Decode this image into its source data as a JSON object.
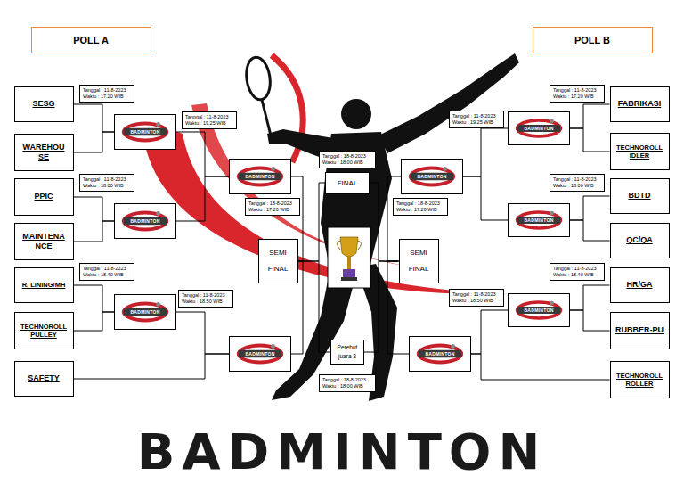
{
  "diagram": {
    "title": "BADMINTON",
    "nodes": [
      {
        "text": [
          "POLL A"
        ]
      },
      {
        "text": [
          "POLL B"
        ]
      },
      {
        "text": [
          "SESG"
        ]
      },
      {
        "text": [
          "Tanggal : 11-8-2023 Waktu : 17.20 WIB"
        ]
      },
      {
        "text": [
          "WAREHOU SE"
        ]
      },
      {
        "text": [
          "BADMINTON"
        ]
      },
      {
        "text": [
          "Tanggal : 11-8-2023 Waktu : 19.25 WIB"
        ]
      },
      {
        "text": [
          "PPIC"
        ]
      },
      {
        "text": [
          "Tanggal : 11-8-2023 Waktu : 18.00 WIB"
        ]
      },
      {
        "text": [
          "MAINTENA NCE"
        ]
      },
      {
        "text": [
          "BADMINTON"
        ]
      },
      {
        "text": [
          "BADMINTON"
        ]
      },
      {
        "text": [
          "Tanggal : 18-8-2023 Waktu : 17.20 WIB"
        ]
      },
      {
        "text": [
          "R. LINING/MH"
        ]
      },
      {
        "text": [
          "Tanggal : 11-8-2023 Waktu : 18.40 WIB"
        ]
      },
      {
        "text": [
          "TECHNOROLL PULLEY"
        ]
      },
      {
        "text": [
          "BADMINTON"
        ]
      },
      {
        "text": [
          "Tanggal : 11-8-2023 Waktu : 18.50 WIB"
        ]
      },
      {
        "text": [
          "SAFETY"
        ]
      },
      {
        "text": [
          "BADMINTON"
        ]
      },
      {
        "text": [
          "SEMI FINAL"
        ]
      },
      {
        "text": [
          "Tanggal : 18-8-2023 Waktu : 18.00 WIB"
        ]
      },
      {
        "text": [
          "FINAL"
        ]
      },
      {
        "text": [
          "Perebut juara 3"
        ]
      },
      {
        "text": [
          "Tanggal : 18-8-2023 Waktu : 18.00 WIB"
        ]
      },
      {
        "text": [
          "SEMI FINAL"
        ]
      },
      {
        "text": [
          "FABRIKASI"
        ]
      },
      {
        "text": [
          "Tanggal : 11-8-2023 Waktu : 17.20 WIB"
        ]
      },
      {
        "text": [
          "TECHNOROLL IDLER"
        ]
      },
      {
        "text": [
          "BADMINTON"
        ]
      },
      {
        "text": [
          "Tanggal : 11-8-2023 Waktu : 19.25 WIB"
        ]
      },
      {
        "text": [
          "BDTD"
        ]
      },
      {
        "text": [
          "Tanggal : 11-8-2023 Waktu : 18.00 WIB"
        ]
      },
      {
        "text": [
          "QC/QA"
        ]
      },
      {
        "text": [
          "BADMINTON"
        ]
      },
      {
        "text": [
          "BADMINTON"
        ]
      },
      {
        "text": [
          "Tanggal : 18-8-2023 Waktu : 17.20 WIB"
        ]
      },
      {
        "text": [
          "HR/GA"
        ]
      },
      {
        "text": [
          "Tanggal : 11-8-2023 Waktu : 18.40 WIB"
        ]
      },
      {
        "text": [
          "RUBBER-PU"
        ]
      },
      {
        "text": [
          "BADMINTON"
        ]
      },
      {
        "text": [
          "Tanggal : 11-8-2023 Waktu : 18.50 WIB"
        ]
      },
      {
        "text": [
          "TECHNOROLL ROLLER"
        ]
      },
      {
        "text": [
          "BADMINTON"
        ]
      }
    ],
    "edges": [
      {
        "from": 2,
        "to": 5,
        "arrow": "none"
      },
      {
        "from": 4,
        "to": 5,
        "arrow": "none"
      },
      {
        "from": 7,
        "to": 10,
        "arrow": "none"
      },
      {
        "from": 9,
        "to": 10,
        "arrow": "none"
      },
      {
        "from": 5,
        "to": 11,
        "arrow": "none"
      },
      {
        "from": 10,
        "to": 11,
        "arrow": "none"
      },
      {
        "from": 13,
        "to": 16,
        "arrow": "none"
      },
      {
        "from": 15,
        "to": 16,
        "arrow": "none"
      },
      {
        "from": 16,
        "to": 19,
        "arrow": "none"
      },
      {
        "from": 18,
        "to": 19,
        "arrow": "none"
      },
      {
        "from": 11,
        "to": 20,
        "arrow": "none"
      },
      {
        "from": 19,
        "to": 20,
        "arrow": "none"
      },
      {
        "from": 20,
        "to": 22,
        "arrow": "none"
      },
      {
        "from": 20,
        "to": 23,
        "arrow": "none"
      },
      {
        "from": 26,
        "to": 29,
        "arrow": "none"
      },
      {
        "from": 28,
        "to": 29,
        "arrow": "none"
      },
      {
        "from": 31,
        "to": 34,
        "arrow": "none"
      },
      {
        "from": 33,
        "to": 34,
        "arrow": "none"
      },
      {
        "from": 29,
        "to": 35,
        "arrow": "none"
      },
      {
        "from": 34,
        "to": 35,
        "arrow": "none"
      },
      {
        "from": 37,
        "to": 40,
        "arrow": "none"
      },
      {
        "from": 39,
        "to": 40,
        "arrow": "none"
      },
      {
        "from": 40,
        "to": 43,
        "arrow": "none"
      },
      {
        "from": 42,
        "to": 43,
        "arrow": "none"
      },
      {
        "from": 35,
        "to": 25,
        "arrow": "none"
      },
      {
        "from": 43,
        "to": 25,
        "arrow": "none"
      },
      {
        "from": 25,
        "to": 22,
        "arrow": "none"
      },
      {
        "from": 25,
        "to": 23,
        "arrow": "none"
      }
    ]
  }
}
